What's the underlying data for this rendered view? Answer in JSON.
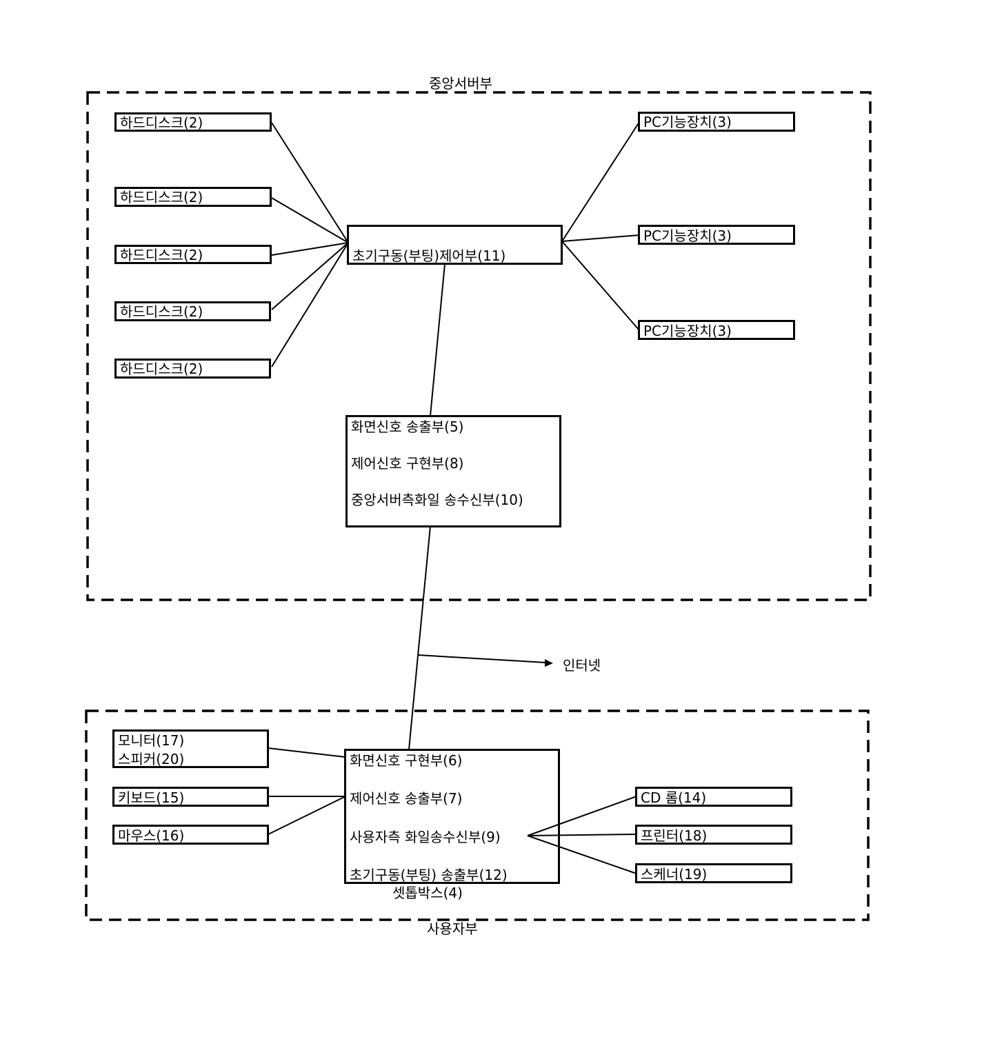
{
  "server": {
    "title": "중앙서버부",
    "hard_disk_label": "하드디스크(2)",
    "pc_device_label": "PC기능장치(3)",
    "boot_control": "초기구동(부팅)제어부(11)",
    "modules": {
      "line1": "화면신호 송출부(5)",
      "line2": "제어신호 구현부(8)",
      "line3": "중앙서버측화일 송수신부(10)"
    }
  },
  "internet_label": "인터넷",
  "user": {
    "title": "사용자부",
    "monitor": "모니터(17)",
    "speaker": "스피커(20)",
    "keyboard": "키보드(15)",
    "mouse": "마우스(16)",
    "settop": {
      "line1": "화면신호 구현부(6)",
      "line2": "제어신호 송출부(7)",
      "line3": "사용자측  화일송수신부(9)",
      "line4": "초기구동(부팅) 송출부(12)",
      "caption": "셋톱박스(4)"
    },
    "cd_rom": "CD 롬(14)",
    "printer": "프린터(18)",
    "scanner": "스케너(19)"
  }
}
